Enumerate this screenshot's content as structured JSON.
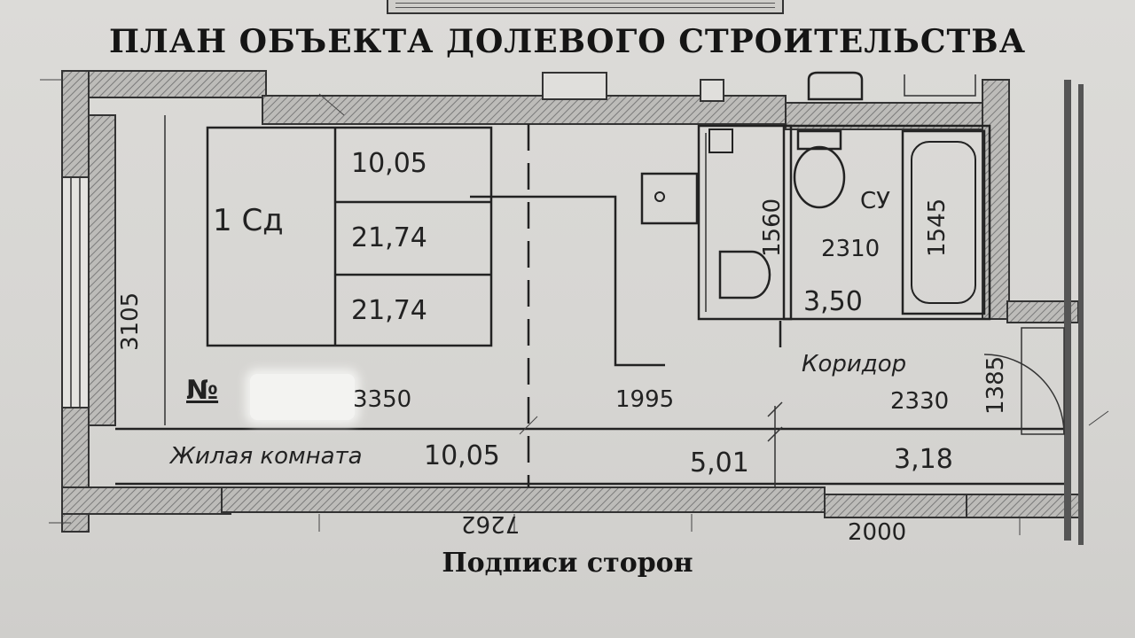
{
  "title": "ПЛАН ОБЪЕКТА ДОЛЕВОГО СТРОИТЕЛЬСТВА",
  "footer": "Подписи сторон",
  "apartment": {
    "label": "1 Сд",
    "areas": [
      "10,05",
      "21,74",
      "21,74"
    ]
  },
  "number_sign": "№",
  "rooms": {
    "living": {
      "name": "Жилая комната",
      "area": "10,05"
    },
    "kitchen": {
      "area": "5,01"
    },
    "corridor": {
      "name": "Коридор",
      "area": "3,18",
      "size": "2330"
    },
    "bathroom": {
      "name": "СУ",
      "area": "3,50",
      "size": "2310"
    }
  },
  "dimensions": {
    "left_height": "3105",
    "living_width": "3350",
    "kitchen_width": "1995",
    "sink_area": "1560",
    "bath": "1545",
    "corridor_height": "1385",
    "bottom_left": "7262",
    "bottom_right": "2000"
  },
  "colors": {
    "paper": "#d9d8d5",
    "ink": "#1b1b1b"
  }
}
